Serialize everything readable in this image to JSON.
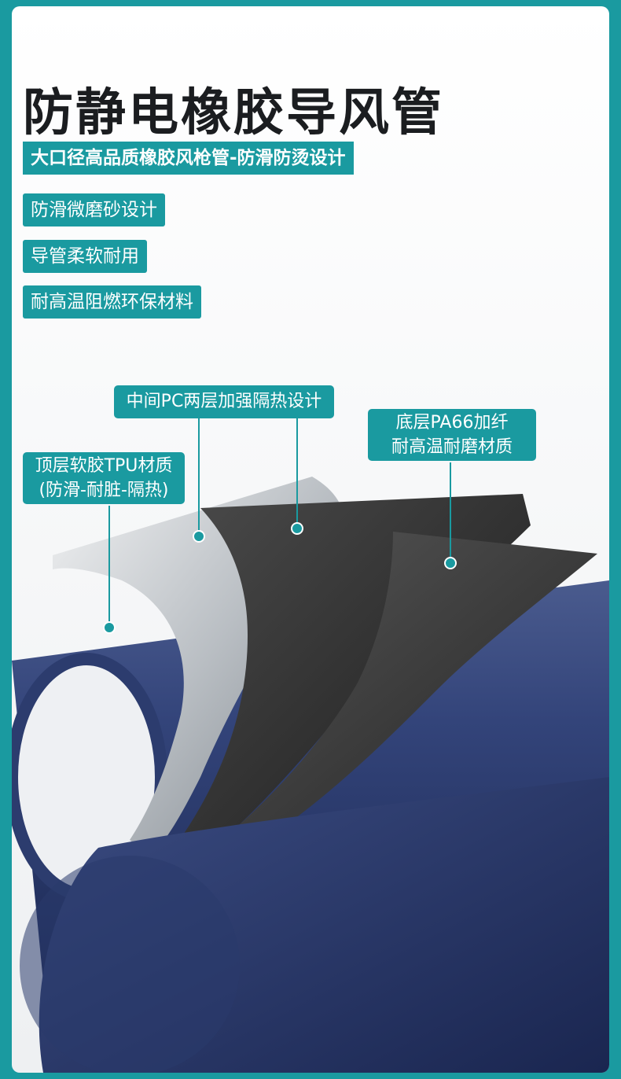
{
  "title": "防静电橡胶导风管",
  "subtitle": "大口径高品质橡胶风枪管-防滑防烫设计",
  "features": [
    "防滑微磨砂设计",
    "导管柔软耐用",
    "耐高温阻燃环保材料"
  ],
  "callouts": {
    "middle_layer": "中间PC两层加强隔热设计",
    "bottom_layer": [
      "底层PA66加纤",
      "耐高温耐磨材质"
    ],
    "top_layer": [
      "顶层软胶TPU材质",
      "(防滑-耐脏-隔热)"
    ]
  },
  "colors": {
    "accent": "#1a9aa0",
    "hose_blue": "#2c3c6e",
    "layer_black": "#2a2a2a",
    "layer_silver": "#cfd3d6"
  }
}
